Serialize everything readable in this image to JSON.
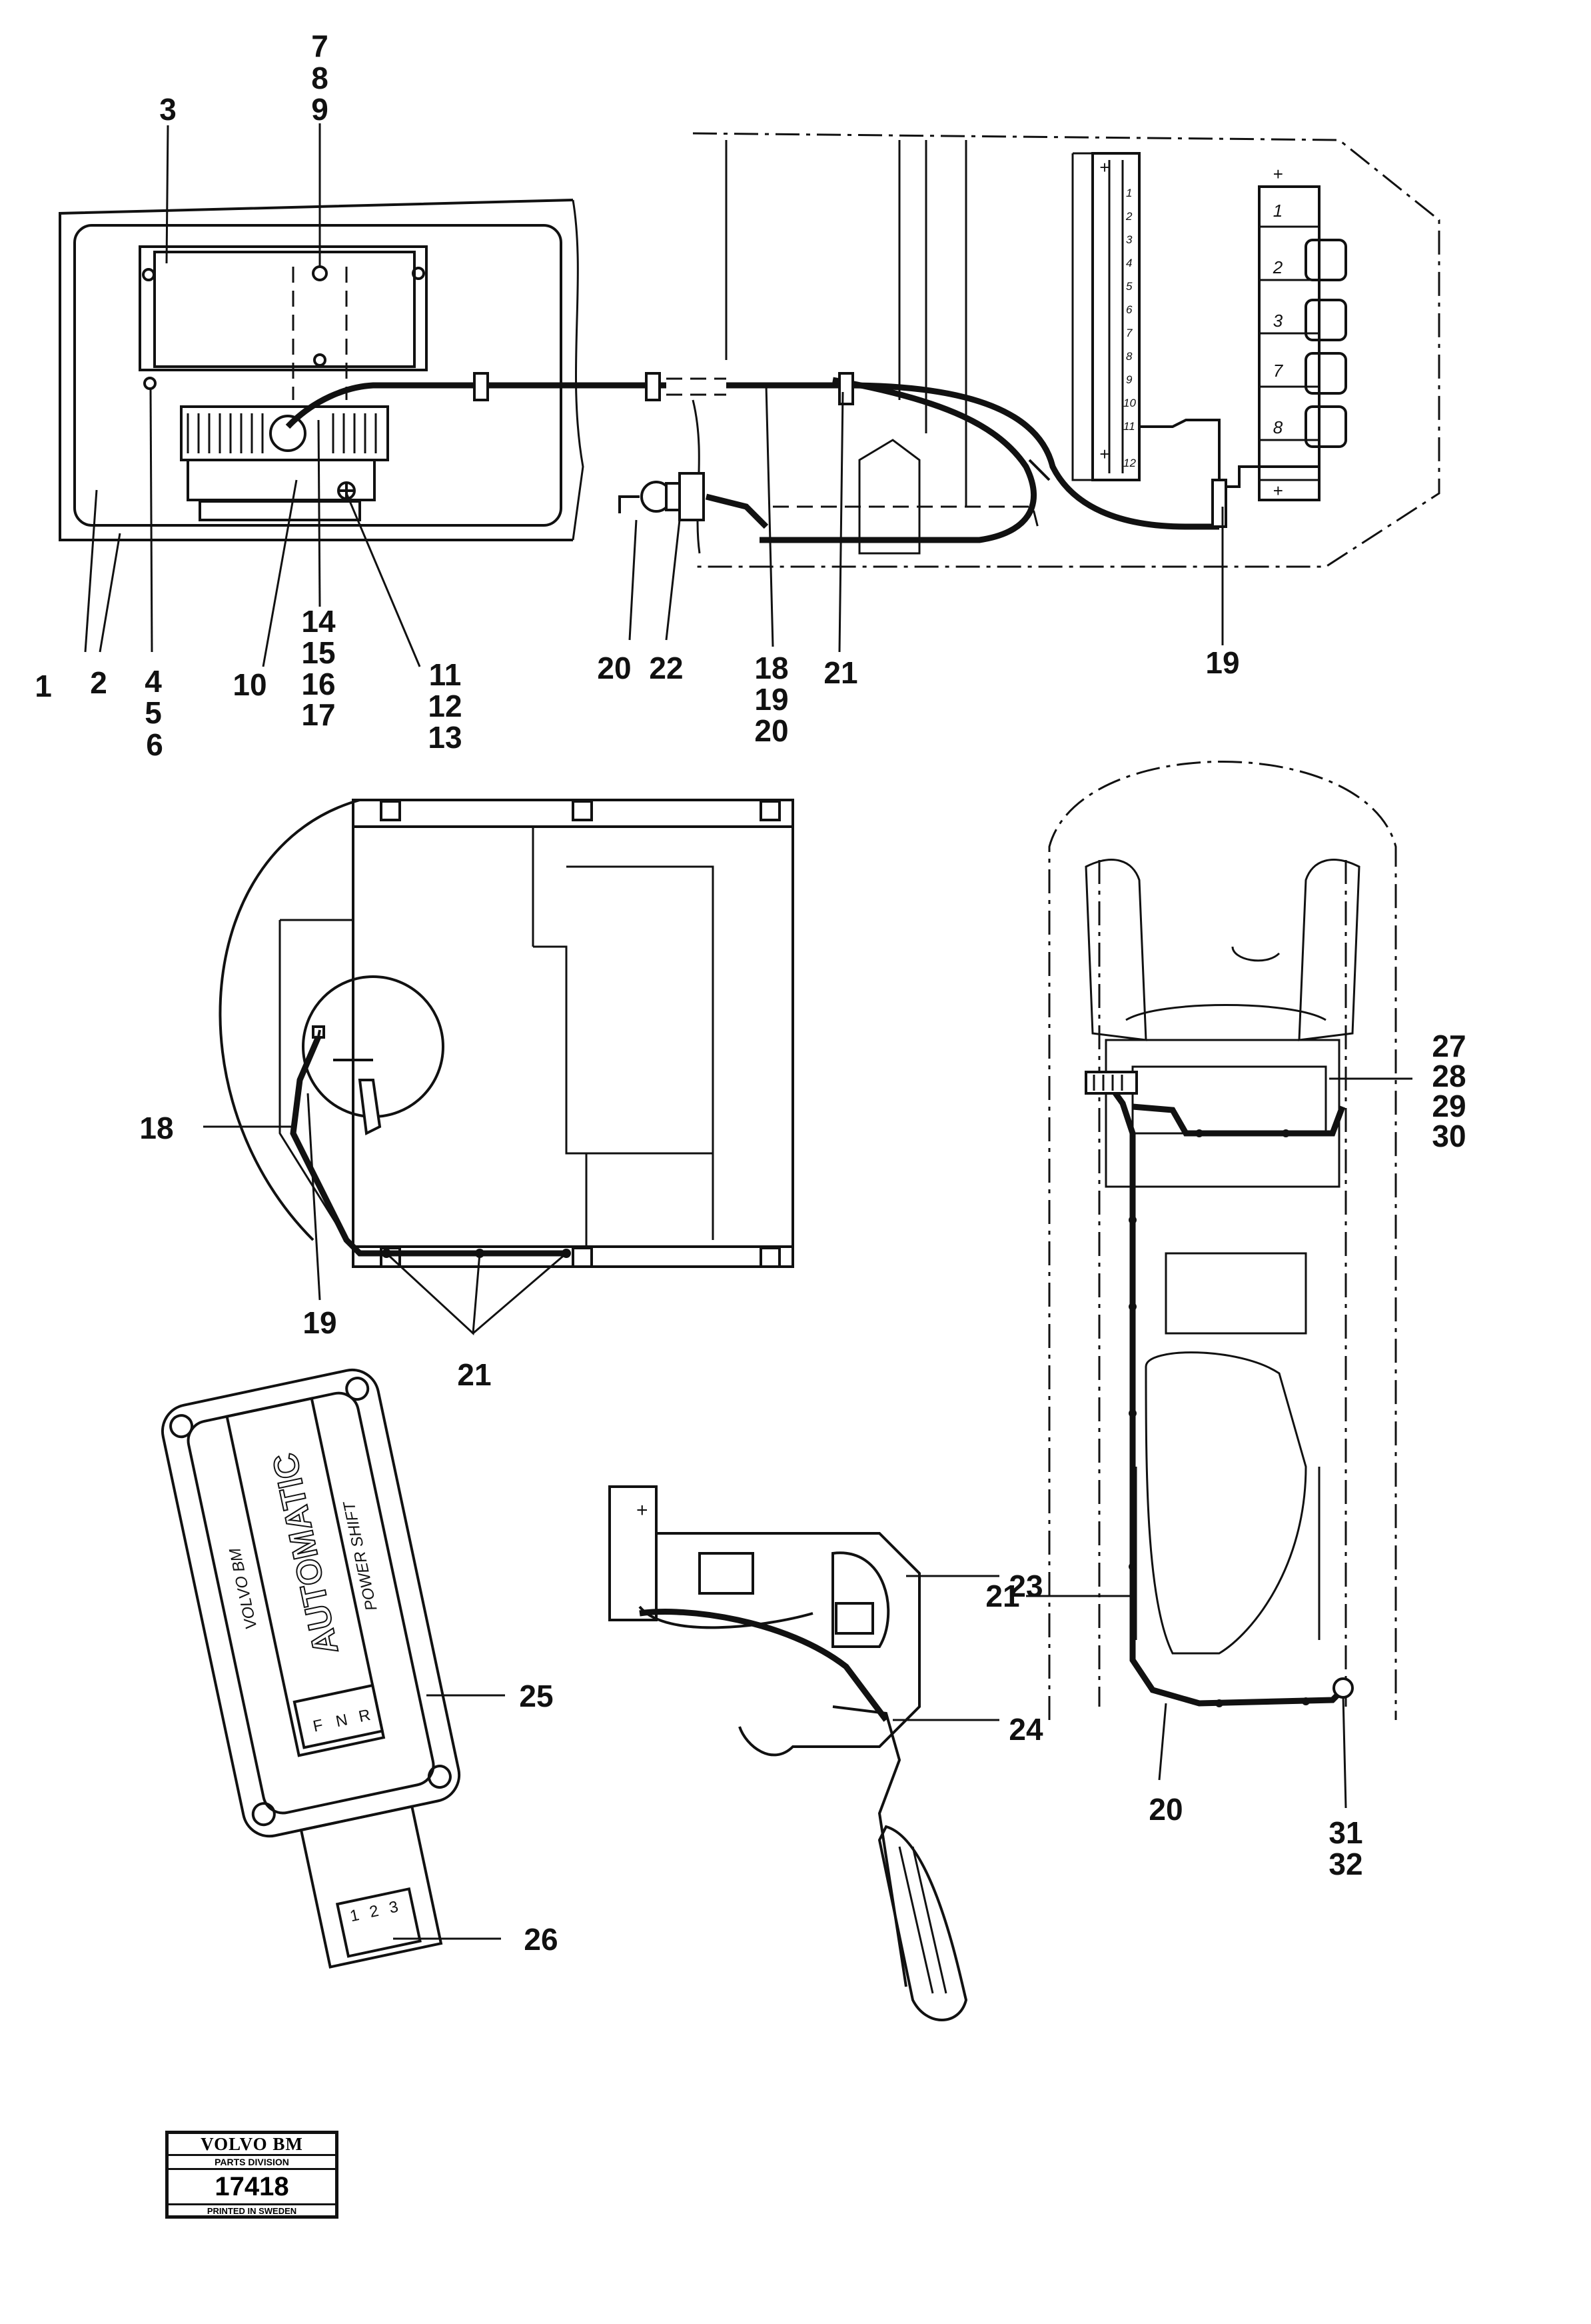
{
  "callouts": {
    "c1": "1",
    "c2": "2",
    "c3": "3",
    "c4": "4",
    "c5": "5",
    "c6": "6",
    "c7": "7",
    "c8": "8",
    "c9": "9",
    "c10": "10",
    "c11": "11",
    "c12": "12",
    "c13": "13",
    "c14": "14",
    "c15": "15",
    "c16": "16",
    "c17": "17",
    "c18": "18",
    "c19": "19",
    "c20": "20",
    "c21": "21",
    "c22": "22",
    "c23": "23",
    "c24": "24",
    "c25": "25",
    "c26": "26",
    "c27": "27",
    "c28": "28",
    "c29": "29",
    "c30": "30",
    "c31": "31",
    "c32": "32"
  },
  "fuse_box": {
    "plus": "+",
    "fuses": [
      "1",
      "2",
      "3",
      "7",
      "8"
    ]
  },
  "terminal_strip": {
    "plus": "+",
    "numbers": [
      "1",
      "2",
      "3",
      "4",
      "5",
      "6",
      "7",
      "8",
      "9",
      "10",
      "11",
      "12"
    ]
  },
  "panel_plus": "+",
  "selector": {
    "brand": "VOLVO BM",
    "product": "POWER SHIFT",
    "logo": "AUTOMATIC",
    "gears": [
      "F",
      "N",
      "R"
    ],
    "ranges": [
      "1",
      "2",
      "3"
    ]
  },
  "stamp": {
    "brand": "VOLVO BM",
    "division": "PARTS DIVISION",
    "number": "17418",
    "printed": "PRINTED IN SWEDEN"
  }
}
